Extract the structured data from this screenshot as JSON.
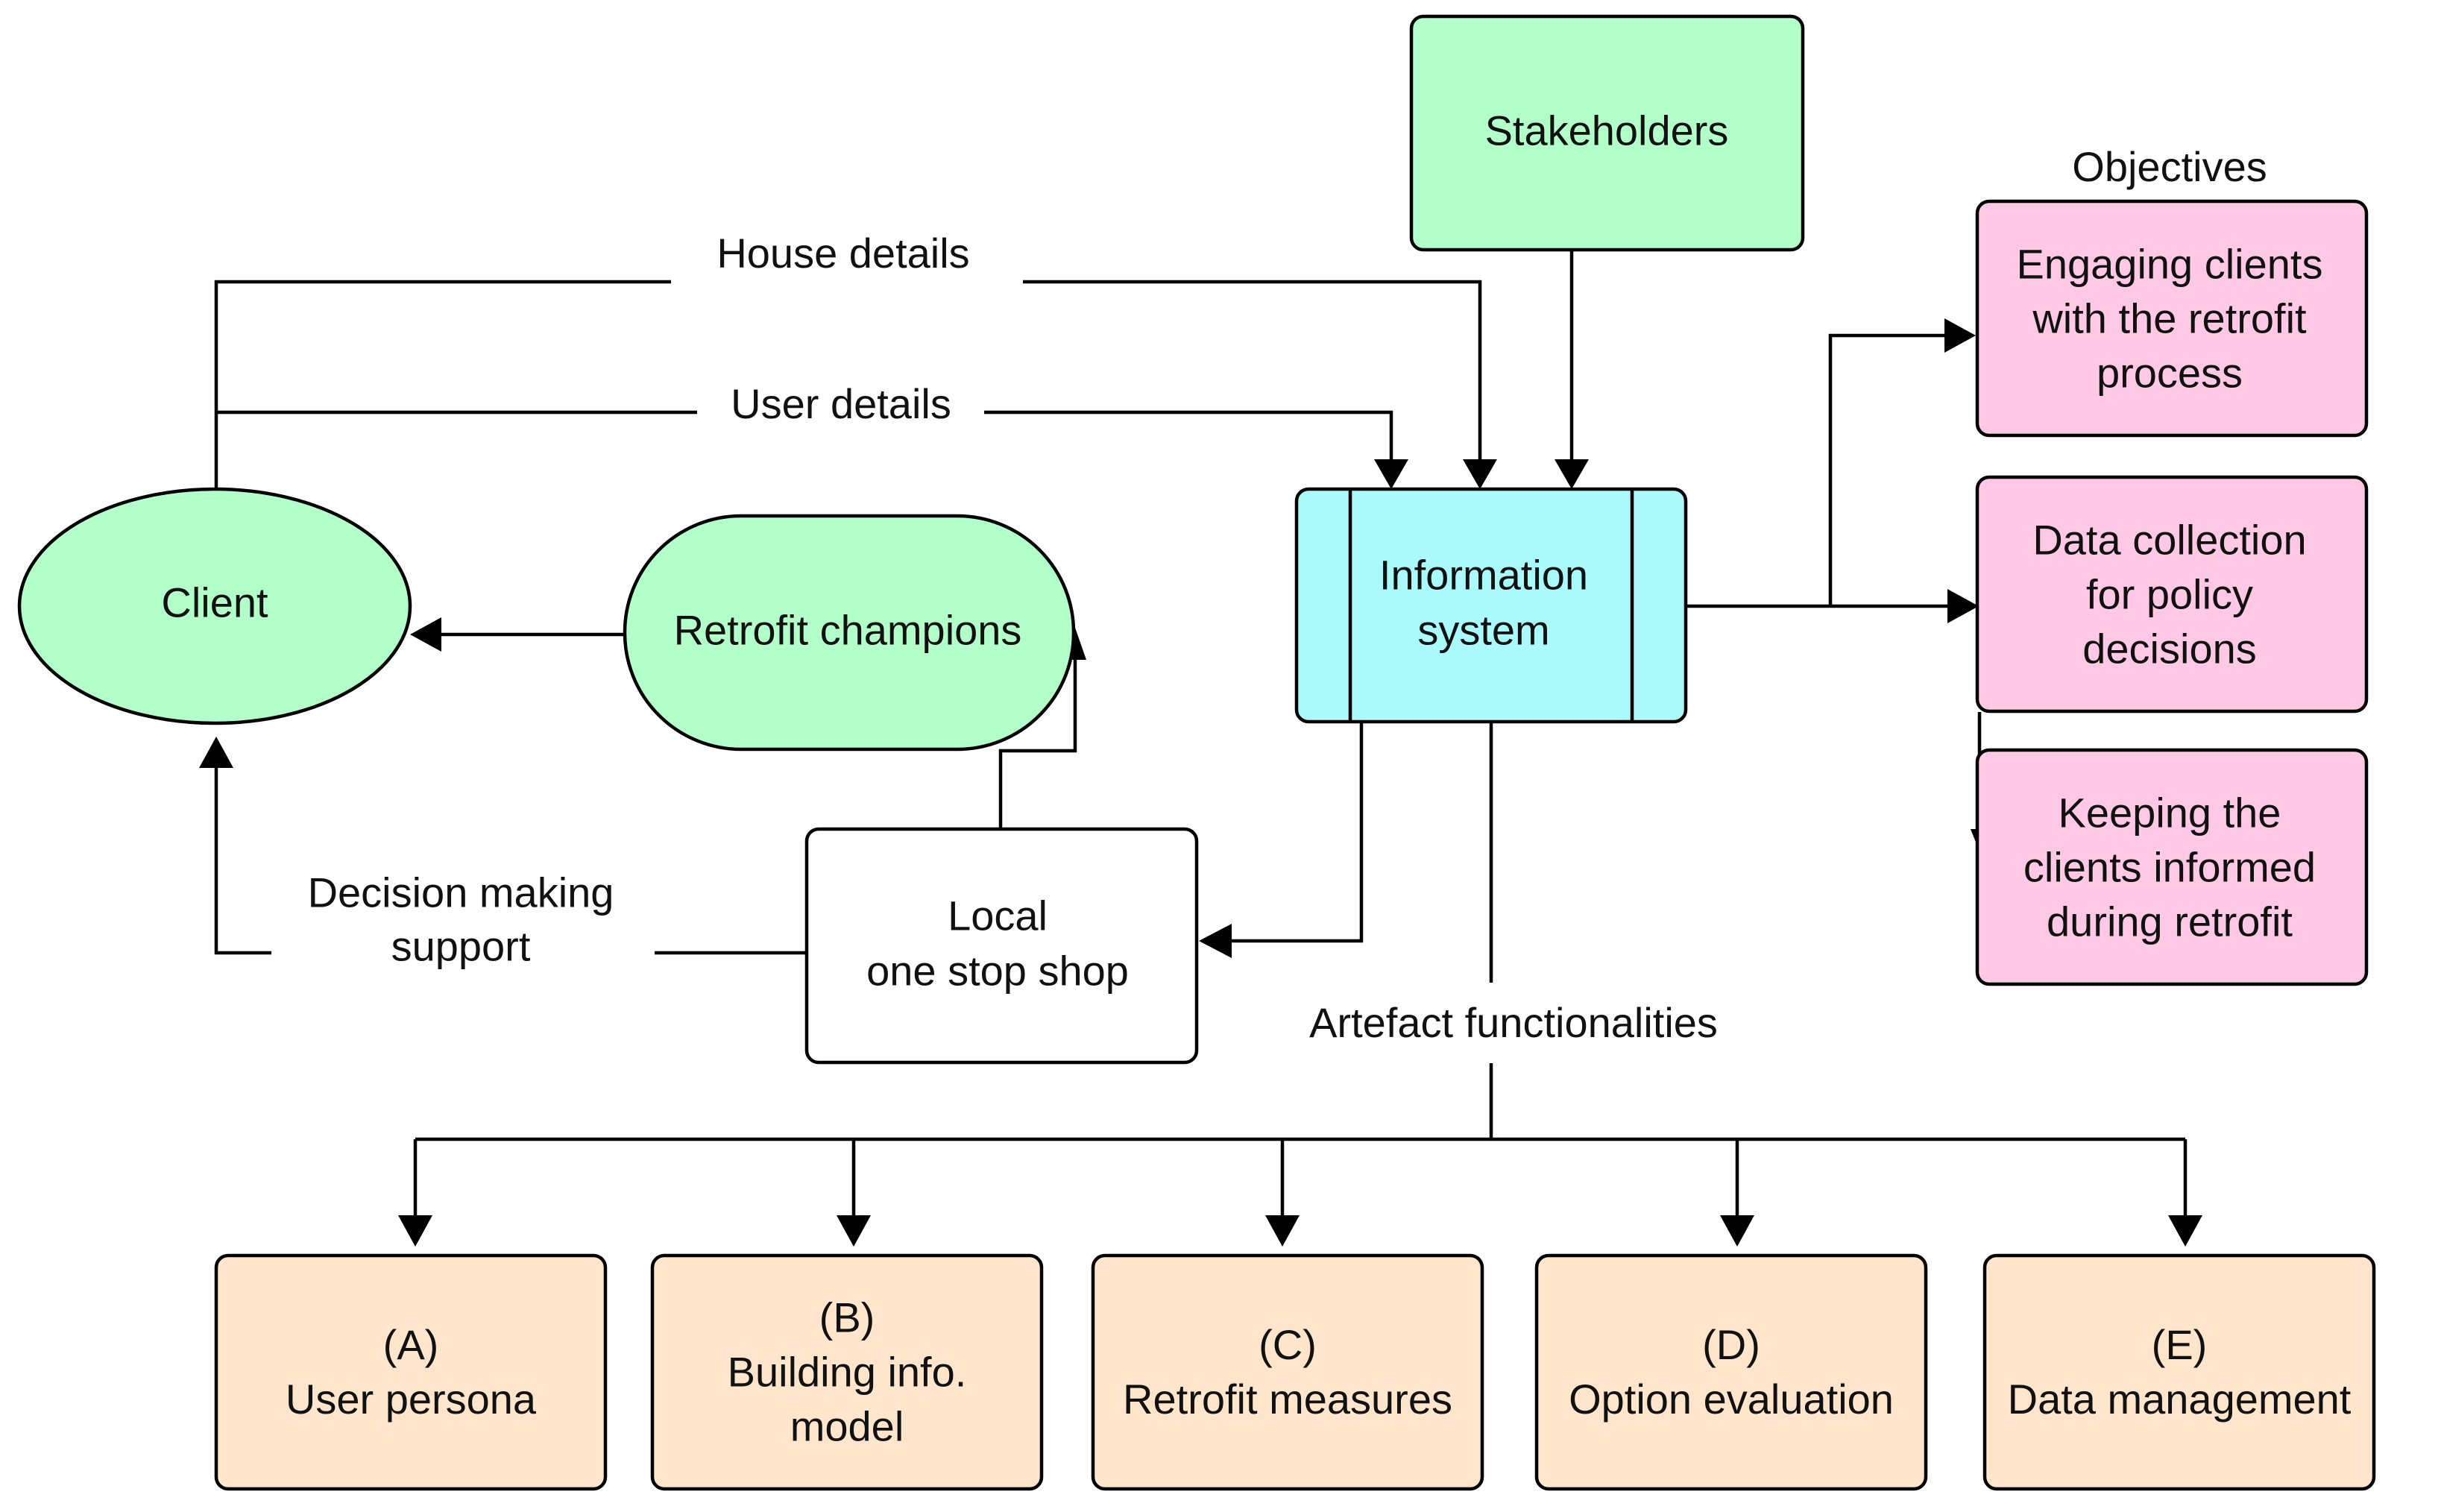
{
  "colors": {
    "stakeholder_green": "#b3ffca",
    "info_system_cyan": "#aaf9fb",
    "objective_pink": "#ffc9e6",
    "functionality_peach": "#ffe5cc",
    "white": "#ffffff",
    "line": "#000000"
  },
  "nodes": {
    "stakeholders": {
      "lines": [
        "Stakeholders"
      ]
    },
    "client": {
      "lines": [
        "Client"
      ]
    },
    "retrofit_champions": {
      "lines": [
        "Retrofit champions"
      ]
    },
    "information_system": {
      "lines": [
        "Information",
        "system"
      ]
    },
    "local_shop": {
      "lines": [
        "Local",
        "one stop shop"
      ]
    }
  },
  "edge_labels": {
    "house_details": "House details",
    "user_details": "User details",
    "decision_support": [
      "Decision making",
      "support"
    ],
    "artefact_functionalities": "Artefact functionalities"
  },
  "objectives": {
    "title": "Objectives",
    "items": [
      {
        "lines": [
          "Engaging clients",
          "with the retrofit",
          "process"
        ]
      },
      {
        "lines": [
          "Data collection",
          "for policy",
          "decisions"
        ]
      },
      {
        "lines": [
          "Keeping the",
          "clients informed",
          "during retrofit"
        ]
      }
    ]
  },
  "functionalities": [
    {
      "lines": [
        "(A)",
        "User persona"
      ]
    },
    {
      "lines": [
        "(B)",
        "Building info.",
        "model"
      ]
    },
    {
      "lines": [
        "(C)",
        "Retrofit measures"
      ]
    },
    {
      "lines": [
        "(D)",
        "Option evaluation"
      ]
    },
    {
      "lines": [
        "(E)",
        "Data management"
      ]
    }
  ]
}
